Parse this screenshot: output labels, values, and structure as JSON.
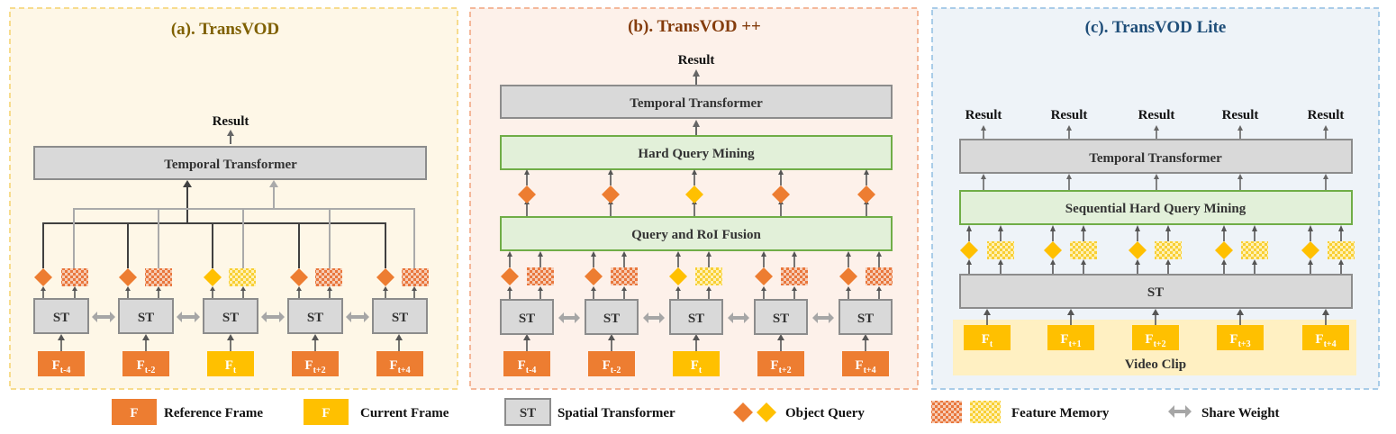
{
  "colors": {
    "reference": "#ED7D31",
    "current": "#FFC000",
    "st_fill": "#D9D9D9",
    "st_stroke": "#8C8C8C",
    "green_fill": "#E2F0D9",
    "green_stroke": "#70AD47",
    "panel_a_bg": "#FEF7E7",
    "panel_a_border": "#F7DC8E",
    "panel_a_title": "#7F6000",
    "panel_b_bg": "#FDF1EA",
    "panel_b_border": "#F4B89A",
    "panel_b_title": "#843C0C",
    "panel_c_bg": "#EEF3F8",
    "panel_c_border": "#A9CCE8",
    "panel_c_title": "#1F4E79",
    "clip_bg": "#FFF0C2"
  },
  "panels": {
    "a": {
      "title": "(a). TransVOD",
      "result": "Result",
      "temporal": "Temporal Transformer",
      "st_label": "ST",
      "frames": [
        {
          "base": "F",
          "sub": "t-4",
          "kind": "reference"
        },
        {
          "base": "F",
          "sub": "t-2",
          "kind": "reference"
        },
        {
          "base": "F",
          "sub": "t",
          "kind": "current"
        },
        {
          "base": "F",
          "sub": "t+2",
          "kind": "reference"
        },
        {
          "base": "F",
          "sub": "t+4",
          "kind": "reference"
        }
      ]
    },
    "b": {
      "title": "(b). TransVOD ++",
      "result": "Result",
      "temporal": "Temporal Transformer",
      "hqm": "Hard Query Mining",
      "fusion": "Query and RoI Fusion",
      "st_label": "ST",
      "frames": [
        {
          "base": "F",
          "sub": "t-4",
          "kind": "reference"
        },
        {
          "base": "F",
          "sub": "t-2",
          "kind": "reference"
        },
        {
          "base": "F",
          "sub": "t",
          "kind": "current"
        },
        {
          "base": "F",
          "sub": "t+2",
          "kind": "reference"
        },
        {
          "base": "F",
          "sub": "t+4",
          "kind": "reference"
        }
      ]
    },
    "c": {
      "title": "(c). TransVOD Lite",
      "results": [
        "Result",
        "Result",
        "Result",
        "Result",
        "Result"
      ],
      "temporal": "Temporal Transformer",
      "shqm": "Sequential Hard Query Mining",
      "st_label": "ST",
      "clip_label": "Video Clip",
      "frames": [
        {
          "base": "F",
          "sub": "t",
          "kind": "current"
        },
        {
          "base": "F",
          "sub": "t+1",
          "kind": "current"
        },
        {
          "base": "F",
          "sub": "t+2",
          "kind": "current"
        },
        {
          "base": "F",
          "sub": "t+3",
          "kind": "current"
        },
        {
          "base": "F",
          "sub": "t+4",
          "kind": "current"
        }
      ]
    }
  },
  "legend": {
    "ref_letter": "F",
    "ref_label": "Reference Frame",
    "cur_letter": "F",
    "cur_label": "Current Frame",
    "st_letter": "ST",
    "st_label": "Spatial Transformer",
    "query_label": "Object Query",
    "memory_label": "Feature Memory",
    "share_label": "Share Weight"
  }
}
